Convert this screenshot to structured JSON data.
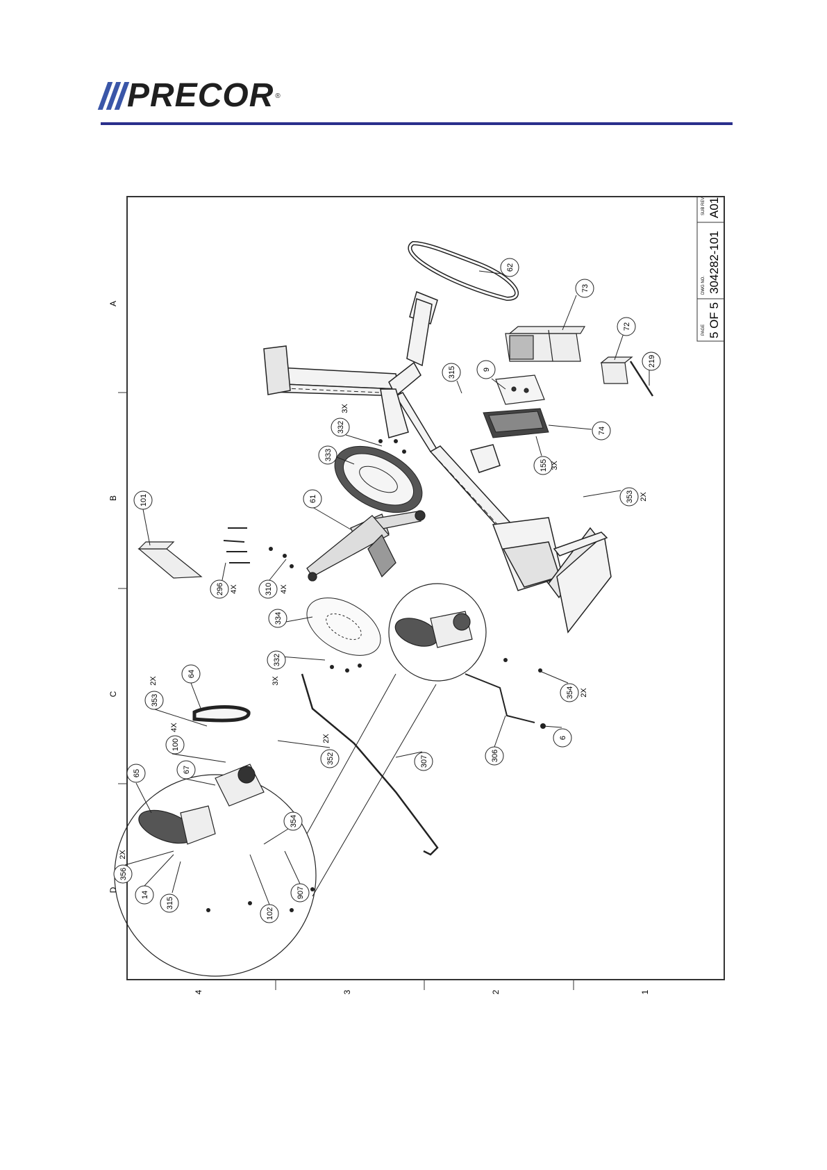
{
  "brand": {
    "name": "PRECOR",
    "trademark": "®"
  },
  "title_block": {
    "page_label": "PAGE",
    "page": "5 OF 5",
    "dwg_label": "DWG NO.",
    "dwg_no": "304282-101",
    "rev_label": "SUB REV",
    "rev": "A01"
  },
  "zones": {
    "letters": [
      "A",
      "B",
      "C",
      "D"
    ],
    "numbers": [
      "4",
      "3",
      "2",
      "1"
    ]
  },
  "callouts": [
    {
      "n": "62",
      "q": ""
    },
    {
      "n": "73",
      "q": ""
    },
    {
      "n": "72",
      "q": ""
    },
    {
      "n": "219",
      "q": ""
    },
    {
      "n": "9",
      "q": ""
    },
    {
      "n": "315",
      "q": ""
    },
    {
      "n": "74",
      "q": ""
    },
    {
      "n": "155",
      "q": "3X"
    },
    {
      "n": "332",
      "q": "3X"
    },
    {
      "n": "333",
      "q": ""
    },
    {
      "n": "61",
      "q": ""
    },
    {
      "n": "101",
      "q": ""
    },
    {
      "n": "296",
      "q": "4X"
    },
    {
      "n": "310",
      "q": "4X"
    },
    {
      "n": "353",
      "q": "2X"
    },
    {
      "n": "334",
      "q": ""
    },
    {
      "n": "332",
      "q": "3X"
    },
    {
      "n": "354",
      "q": "2X"
    },
    {
      "n": "6",
      "q": ""
    },
    {
      "n": "306",
      "q": ""
    },
    {
      "n": "307",
      "q": ""
    },
    {
      "n": "352",
      "q": "2X"
    },
    {
      "n": "64",
      "q": ""
    },
    {
      "n": "353",
      "q": "2X"
    },
    {
      "n": "100",
      "q": "4X"
    },
    {
      "n": "65",
      "q": ""
    },
    {
      "n": "67",
      "q": ""
    },
    {
      "n": "354",
      "q": ""
    },
    {
      "n": "907",
      "q": ""
    },
    {
      "n": "102",
      "q": ""
    },
    {
      "n": "356",
      "q": "2X"
    },
    {
      "n": "14",
      "q": ""
    },
    {
      "n": "315",
      "q": ""
    }
  ]
}
